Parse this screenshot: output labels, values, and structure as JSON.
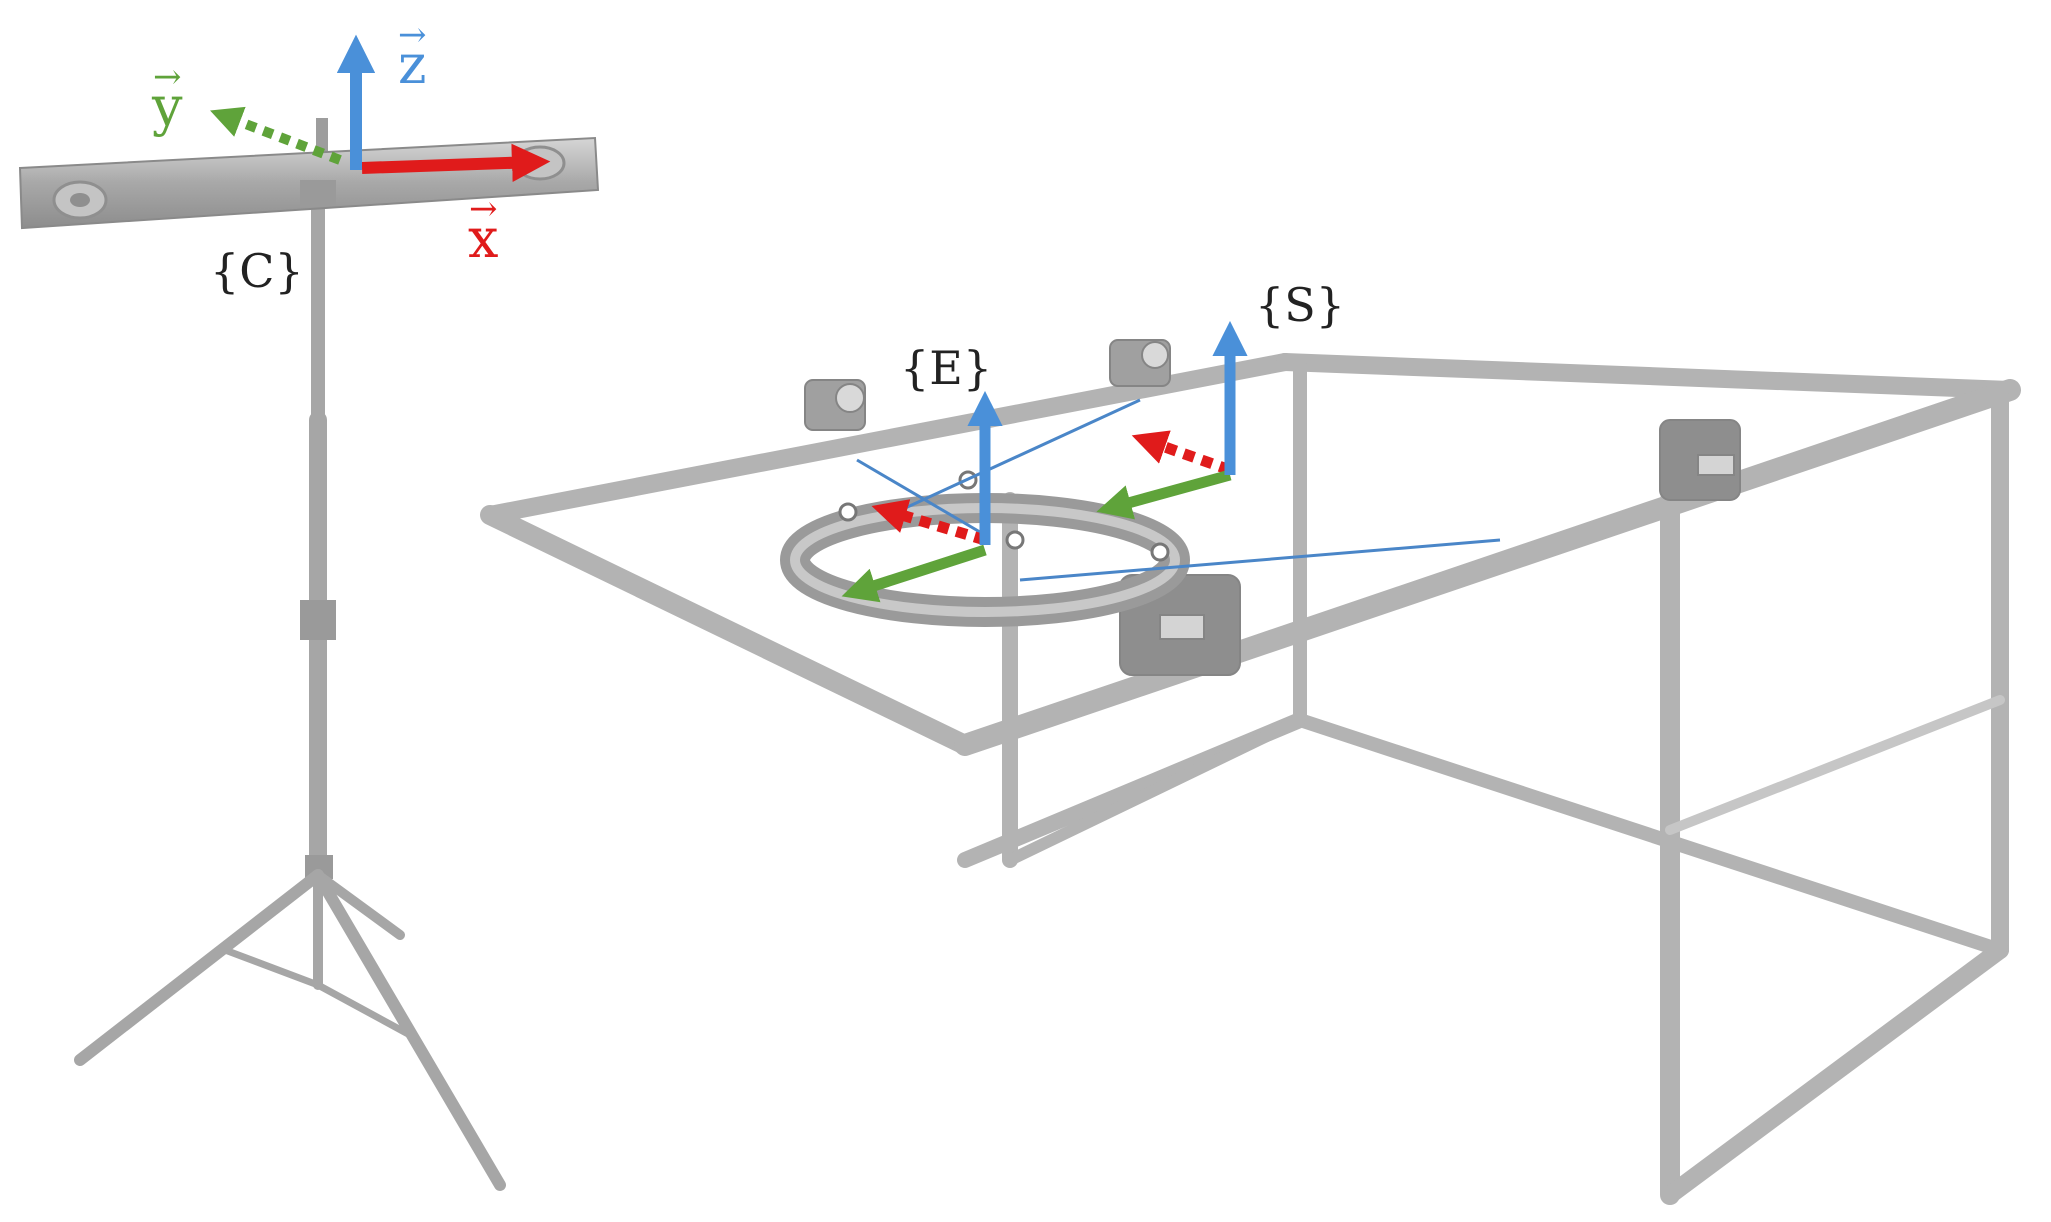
{
  "labels": {
    "camera_frame": "{C}",
    "endoscope_frame": "{E}",
    "setup_frame": "{S}"
  },
  "axes": {
    "x": {
      "symbol": "x",
      "arrow": "→"
    },
    "y": {
      "symbol": "y",
      "arrow": "→"
    },
    "z": {
      "symbol": "z",
      "arrow": "→"
    }
  },
  "colors": {
    "x_axis": "#e01b1b",
    "y_axis": "#5fa33a",
    "z_axis": "#4a90d9",
    "tracking_line": "#4a86c8",
    "equipment": "#a9a9a9"
  },
  "icons": {
    "camera": "optical-tracking-camera-bar",
    "tripod": "tripod-stand",
    "frame": "aluminium-frame",
    "ring": "tracked-ring-rigid-body"
  }
}
